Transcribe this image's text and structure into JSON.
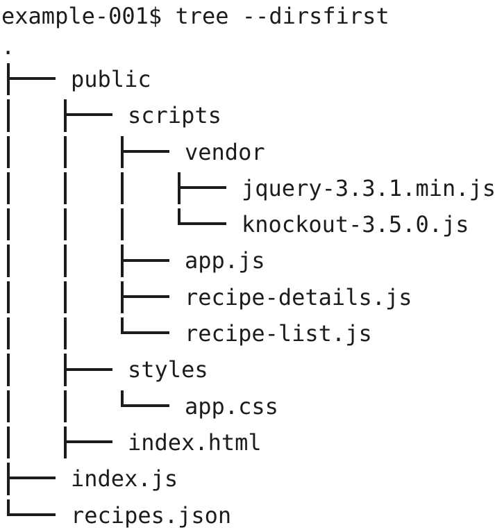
{
  "colors": {
    "ink": "#1c1c1c",
    "background": "#ffffff"
  },
  "terminal": {
    "prompt_line": "example-001$ tree --dirsfirst",
    "root_label": ".",
    "tree": {
      "rows": [
        {
          "indent": 0,
          "branch": "tee",
          "label": "public"
        },
        {
          "indent": 1,
          "branch": "tee",
          "label": "scripts"
        },
        {
          "indent": 2,
          "branch": "tee",
          "label": "vendor"
        },
        {
          "indent": 3,
          "branch": "tee",
          "label": "jquery-3.3.1.min.js"
        },
        {
          "indent": 3,
          "branch": "elbow",
          "label": "knockout-3.5.0.js"
        },
        {
          "indent": 2,
          "branch": "tee",
          "label": "app.js"
        },
        {
          "indent": 2,
          "branch": "tee",
          "label": "recipe-details.js"
        },
        {
          "indent": 2,
          "branch": "elbow",
          "label": "recipe-list.js"
        },
        {
          "indent": 1,
          "branch": "tee",
          "label": "styles"
        },
        {
          "indent": 2,
          "branch": "elbow",
          "label": "app.css"
        },
        {
          "indent": 1,
          "branch": "tee",
          "label": "index.html"
        },
        {
          "indent": 0,
          "branch": "tee",
          "label": "index.js"
        },
        {
          "indent": 0,
          "branch": "elbow",
          "label": "recipes.json"
        }
      ]
    }
  }
}
